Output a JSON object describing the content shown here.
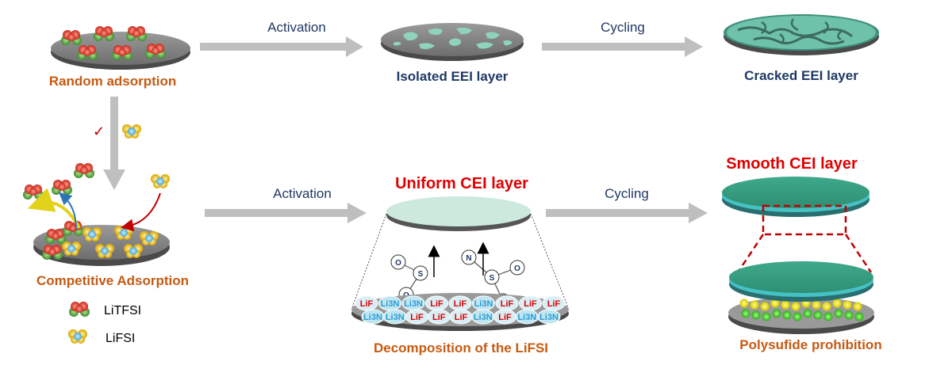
{
  "top_row": {
    "random_adsorption": "Random adsorption",
    "activation": "Activation",
    "isolated_layer": "Isolated EEI layer",
    "cycling": "Cycling",
    "cracked_layer": "Cracked EEI layer"
  },
  "left_column": {
    "checkmark": "✓",
    "competitive_adsorption": "Competitive Adsorption",
    "legend": [
      {
        "label": "LiTFSI"
      },
      {
        "label": "LiFSI"
      }
    ]
  },
  "bottom_row": {
    "activation": "Activation",
    "uniform_layer": "Uniform CEI layer",
    "cycling": "Cycling",
    "smooth_layer": "Smooth CEI layer",
    "decomposition": "Decomposition of the LiFSI",
    "polysulfide": "Polysufide prohibition"
  },
  "molecule": {
    "atoms_left": [
      "O",
      "S",
      "O"
    ],
    "atoms_right": [
      "N",
      "S",
      "O",
      "O"
    ]
  },
  "decomp_labels": [
    "LiF",
    "Li3N",
    "Li3N",
    "LiF",
    "LiF",
    "Li3N",
    "LiF",
    "LiF",
    "LiF",
    "Li3N",
    "Li3N",
    "LiF",
    "LiF",
    "LiF",
    "Li3N",
    "LiF",
    "Li3N",
    "Li3N"
  ],
  "colors": {
    "orange_text": "#c55a11",
    "navy_text": "#1f3864",
    "red_text": "#e00000",
    "arrow_gray": "#bfbfbf",
    "cei_teal": "#5aa893",
    "light_teal": "#cde9dd"
  }
}
